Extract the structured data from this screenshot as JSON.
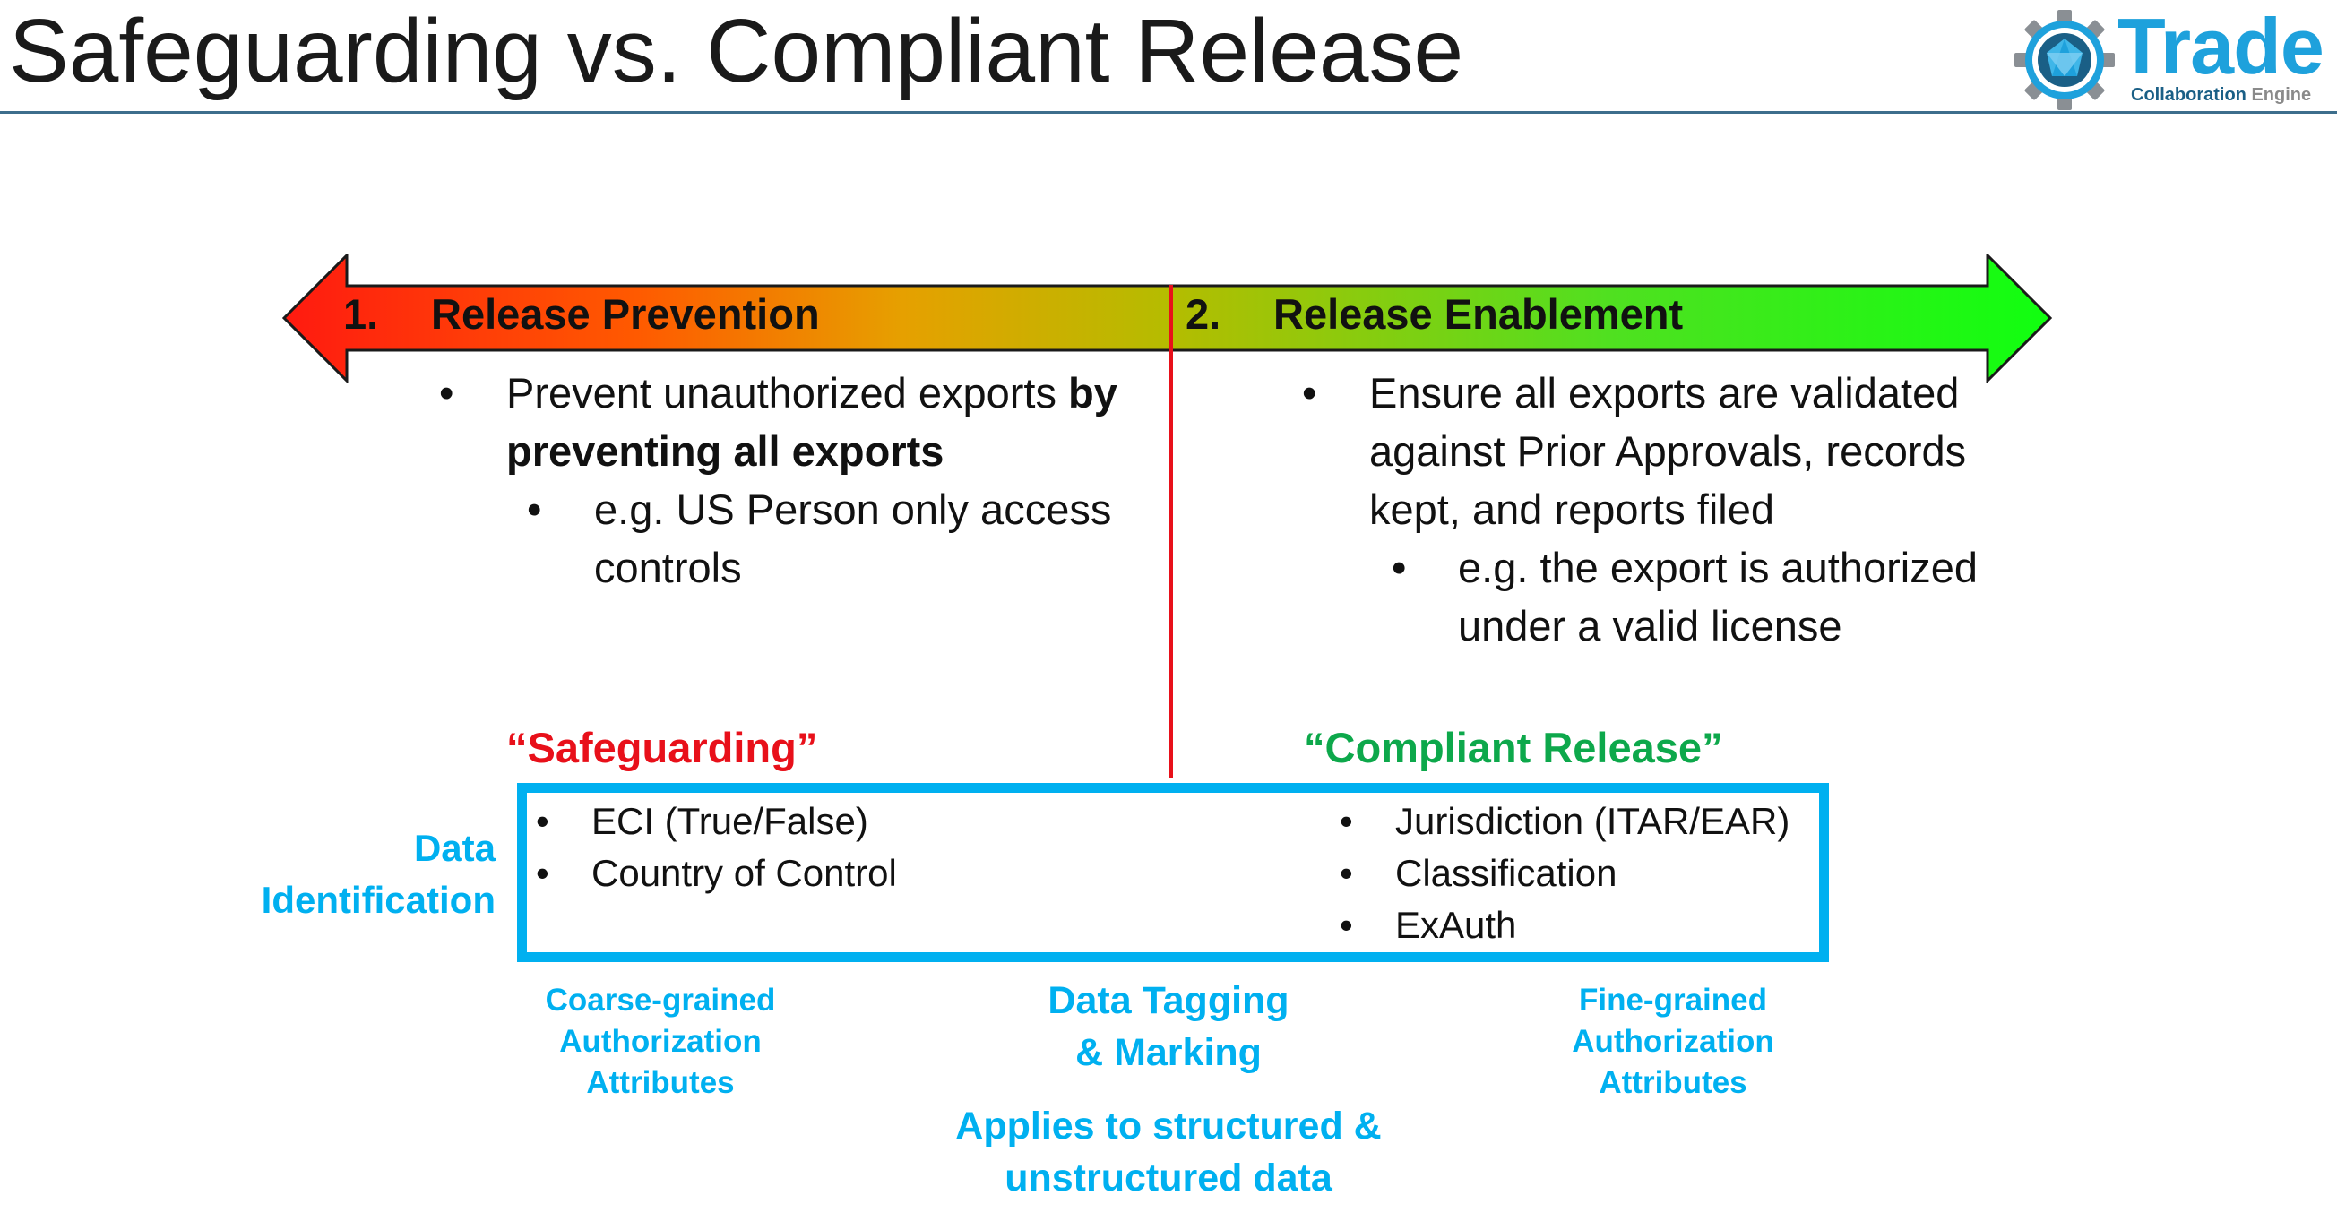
{
  "title": "Safeguarding vs. Compliant Release",
  "logo": {
    "word": "Trade",
    "sub_left": "Collaboration",
    "sub_right": "Engine",
    "colors": {
      "primary": "#1ea1dc",
      "dark": "#1a5f86",
      "gray": "#8a8a8a"
    }
  },
  "arrow": {
    "left_number": "1.",
    "left_label": "Release Prevention",
    "right_number": "2.",
    "right_label": "Release Enablement",
    "gradient": [
      "#ff1a10",
      "#ff5a00",
      "#e6a000",
      "#b5bc00",
      "#50e020",
      "#10ff10"
    ]
  },
  "left_column": {
    "bullet_line1_plain": "Prevent unauthorized exports ",
    "bullet_line1_bold": "by",
    "bullet_line2_bold": "preventing all exports",
    "sub_bullet_line1": "e.g.  US Person only access",
    "sub_bullet_line2": "controls"
  },
  "right_column": {
    "bullet_line1": "Ensure all exports are validated",
    "bullet_line2": "against Prior Approvals, records",
    "bullet_line3": "kept, and reports filed",
    "sub_bullet_line1": "e.g.  the export is authorized",
    "sub_bullet_line2": "under a valid license"
  },
  "safeguarding_label": "“Safeguarding”",
  "compliant_label": "“Compliant Release”",
  "data_identification": [
    "Data",
    "Identification"
  ],
  "box_left_items": [
    "ECI (True/False)",
    "Country of Control"
  ],
  "box_right_items": [
    "Jurisdiction (ITAR/EAR)",
    "Classification",
    "ExAuth"
  ],
  "coarse": [
    "Coarse-grained",
    "Authorization",
    "Attributes"
  ],
  "tagging": [
    "Data Tagging",
    "& Marking"
  ],
  "fine": [
    "Fine-grained",
    "Authorization",
    "Attributes"
  ],
  "applies": [
    "Applies to structured &",
    "unstructured data"
  ],
  "bullet_char": "•",
  "colors": {
    "accent_blue": "#00b0f0",
    "red": "#e8101a",
    "green": "#0da84b",
    "title_rule": "#3d6e8c"
  }
}
